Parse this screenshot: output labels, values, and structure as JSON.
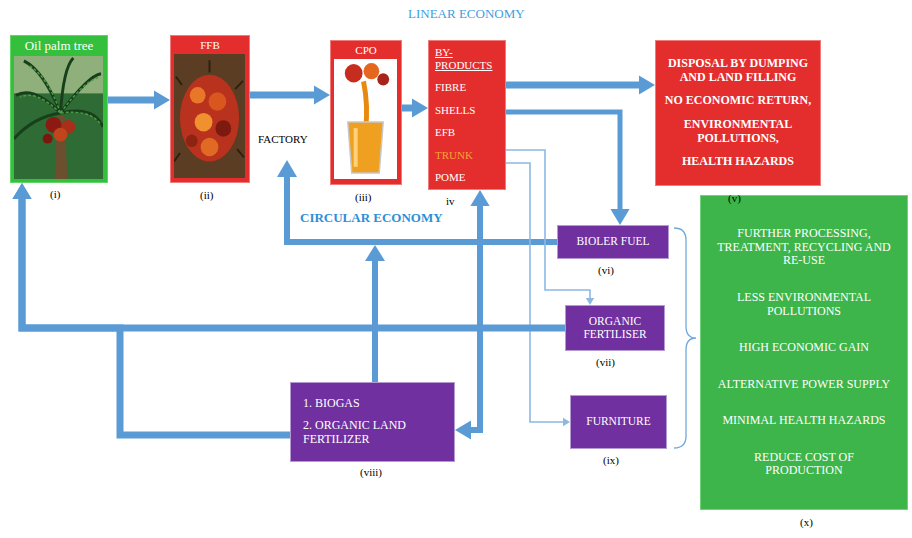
{
  "diagram": {
    "title": "LINEAR ECONOMY",
    "nodes": [
      {
        "text": [
          "Oil palm tree"
        ]
      },
      {
        "text": [
          "FFB"
        ]
      },
      {
        "text": [
          "CPO"
        ]
      },
      {
        "text": [
          "BY- PRODUCTS",
          "FIBRE",
          "SHELLS",
          "EFB",
          "TRUNK",
          "POME"
        ]
      },
      {
        "text": [
          "DISPOSAL BY DUMPING AND LAND FILLING",
          "NO ECONOMIC RETURN,",
          "ENVIRONMENTAL POLLUTIONS,",
          "HEALTH HAZARDS"
        ]
      },
      {
        "text": [
          "BIOLER FUEL"
        ]
      },
      {
        "text": [
          "ORGANIC FERTILISER"
        ]
      },
      {
        "text": [
          "1. BIOGAS",
          "2. ORGANIC LAND FERTILIZER"
        ]
      },
      {
        "text": [
          "FURNITURE"
        ]
      },
      {
        "text": [
          "FURTHER PROCESSING, TREATMENT, RECYCLING AND RE-USE",
          "LESS ENVIRONMENTAL POLLUTIONS",
          "HIGH ECONOMIC GAIN",
          "ALTERNATIVE POWER SUPPLY",
          "MINIMAL HEALTH HAZARDS",
          "REDUCE COST OF PRODUCTION"
        ]
      }
    ],
    "edges": [
      {
        "from": 0,
        "to": 1,
        "arrow": "to"
      },
      {
        "from": 1,
        "to": 2,
        "arrow": "to"
      },
      {
        "from": 2,
        "to": 3,
        "arrow": "to"
      },
      {
        "from": 3,
        "to": 4,
        "arrow": "to"
      },
      {
        "from": 3,
        "to": 5,
        "arrow": "to"
      },
      {
        "from": 3,
        "to": 6,
        "arrow": "to"
      },
      {
        "from": 3,
        "to": 8,
        "arrow": "to"
      },
      {
        "from": 3,
        "to": 7,
        "arrow": "both"
      },
      {
        "from": 6,
        "to": 0,
        "arrow": "to"
      },
      {
        "from": 7,
        "to": 0,
        "arrow": "to"
      }
    ],
    "labels": [
      "FACTORY",
      "CIRCULAR ECONOMY",
      "(i)",
      "(ii)",
      "(iii)",
      "iv",
      "(v)",
      "(vi)",
      "(vii)",
      "(viii)",
      "(ix)",
      "(x)"
    ]
  }
}
